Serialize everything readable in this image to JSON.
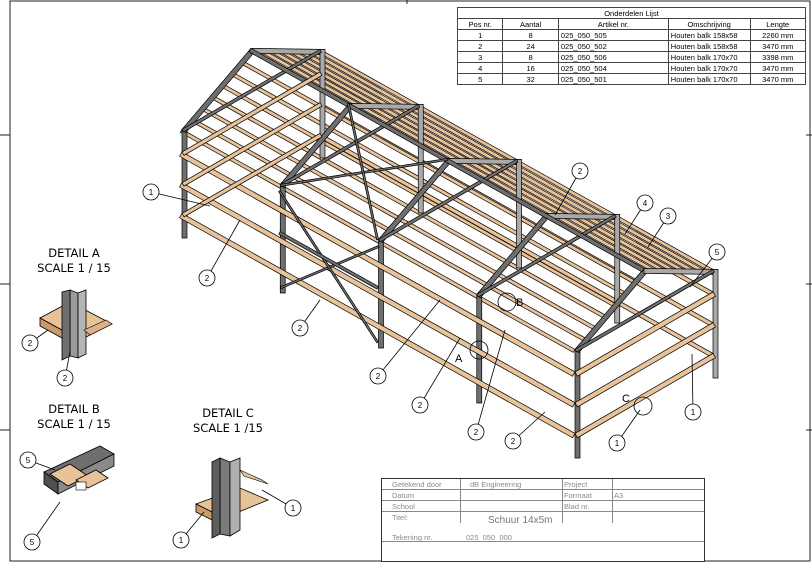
{
  "parts_list": {
    "title": "Onderdelen Lijst",
    "headers": [
      "Pos nr.",
      "Aantal",
      "Artikel nr.",
      "Omschrijving",
      "Lengte"
    ],
    "rows": [
      [
        "1",
        "8",
        "025_050_505",
        "Houten balk 158x58",
        "2260 mm"
      ],
      [
        "2",
        "24",
        "025_050_502",
        "Houten balk 158x58",
        "3470 mm"
      ],
      [
        "3",
        "8",
        "025_050_506",
        "Houten balk 170x70",
        "3398 mm"
      ],
      [
        "4",
        "16",
        "025_050_504",
        "Houten balk 170x70",
        "3470 mm"
      ],
      [
        "5",
        "32",
        "025_050_501",
        "Houten balk 170x70",
        "3470 mm"
      ]
    ]
  },
  "details": {
    "a": {
      "line1": "DETAIL  A",
      "line2": "SCALE 1 / 15"
    },
    "b": {
      "line1": "DETAIL  B",
      "line2": "SCALE 1 / 15"
    },
    "c": {
      "line1": "DETAIL  C",
      "line2": "SCALE 1 /15"
    }
  },
  "callouts": {
    "one": "1",
    "two": "2",
    "three": "3",
    "four": "4",
    "five": "5"
  },
  "detail_markers": {
    "a": "A",
    "b": "B",
    "c": "C"
  },
  "title_block": {
    "drawn_by_label": "Getekend  door",
    "drawn_by_value": "dB  Engineering",
    "project_label": "Project",
    "date_label": "Datum",
    "format_label": "Formaat",
    "format_value": "A3",
    "school_label": "School",
    "sheet_label": "Blad  nr.",
    "title_label": "Titel:",
    "title_value": "Schuur  14x5m",
    "drawing_no_label": "Tekening  nr.",
    "drawing_no_value": "025_050_000"
  },
  "colors": {
    "wood": "#e8c39a",
    "wood_dark": "#b88a5c",
    "steel": "#6f6f6f",
    "steel_light": "#a9a9a9",
    "line": "#000000"
  }
}
